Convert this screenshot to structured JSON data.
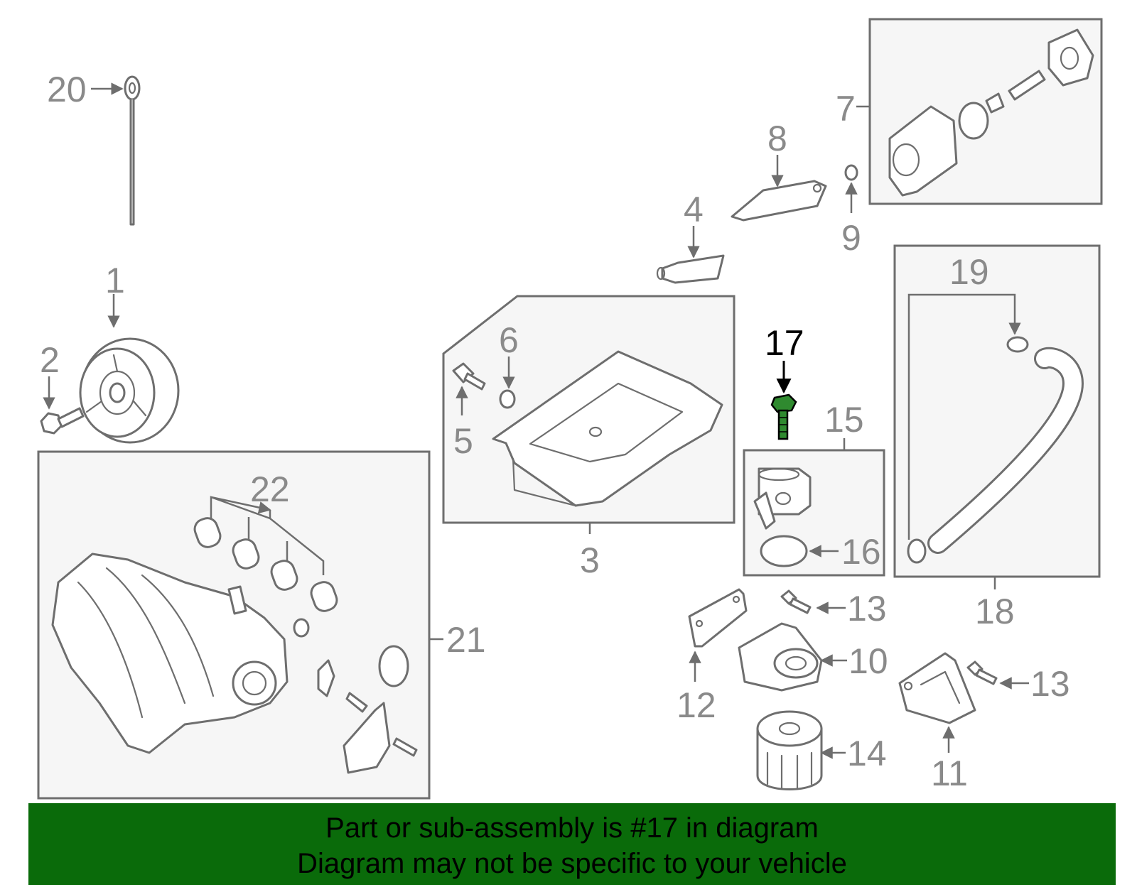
{
  "highlight_color": "#2f8a2f",
  "banner_color": "#0a6b0a",
  "callouts": {
    "c1": "1",
    "c2": "2",
    "c3": "3",
    "c4": "4",
    "c5": "5",
    "c6": "6",
    "c7": "7",
    "c8": "8",
    "c9": "9",
    "c10": "10",
    "c11": "11",
    "c12": "12",
    "c13a": "13",
    "c13b": "13",
    "c14": "14",
    "c15": "15",
    "c16": "16",
    "c17": "17",
    "c18": "18",
    "c19": "19",
    "c20": "20",
    "c21": "21",
    "c22": "22"
  },
  "banner": {
    "line1": "Part or sub-assembly is #17 in diagram",
    "line2": "Diagram may not be specific to your vehicle"
  }
}
